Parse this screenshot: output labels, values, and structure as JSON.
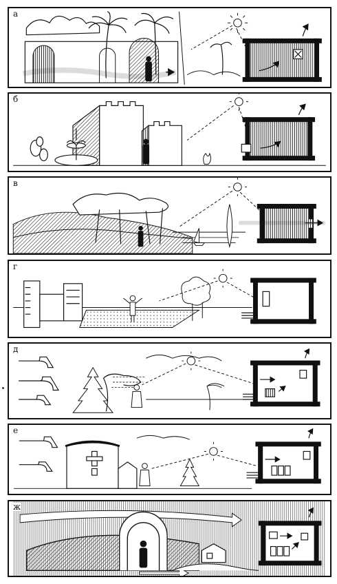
{
  "panels": [
    {
      "letter": "а",
      "scene": "tropical-heat"
    },
    {
      "letter": "б",
      "scene": "arid-fortress"
    },
    {
      "letter": "в",
      "scene": "mild-coastal"
    },
    {
      "letter": "г",
      "scene": "temperate-urban"
    },
    {
      "letter": "д",
      "scene": "windy-cold"
    },
    {
      "letter": "е",
      "scene": "cold-winter"
    },
    {
      "letter": "ж",
      "scene": "arctic-enclosed"
    }
  ],
  "colors": {
    "ink": "#111111",
    "paper": "#ffffff",
    "hatch": "#333333"
  }
}
